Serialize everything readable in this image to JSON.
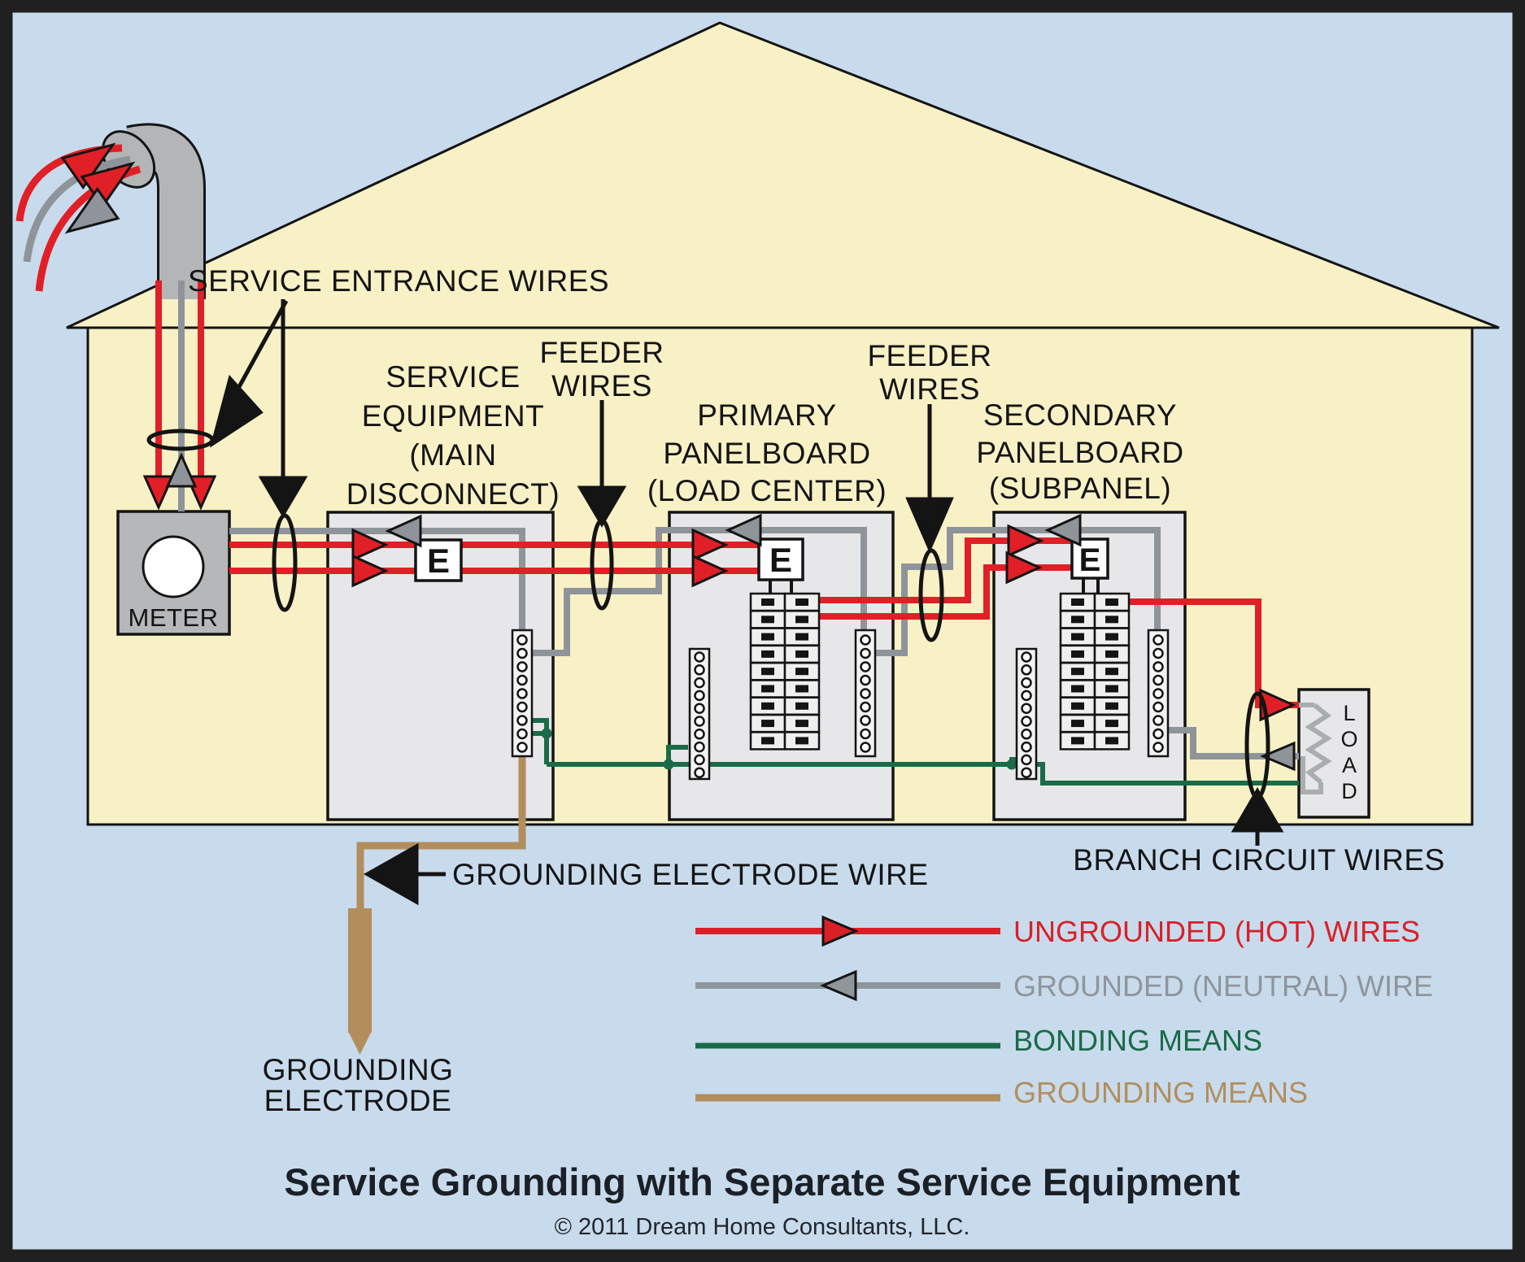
{
  "diagram": {
    "title": "Service Grounding with Separate Service Equipment",
    "copyright": "© 2011 Dream Home Consultants, LLC."
  },
  "labels": {
    "service_entrance": "SERVICE ENTRANCE WIRES",
    "feeder1": [
      "FEEDER",
      "WIRES"
    ],
    "feeder2": [
      "FEEDER",
      "WIRES"
    ],
    "service_equipment": [
      "SERVICE",
      "EQUIPMENT",
      "(MAIN",
      "DISCONNECT)"
    ],
    "primary_panel": [
      "PRIMARY",
      "PANELBOARD",
      "(LOAD CENTER)"
    ],
    "secondary_panel": [
      "SECONDARY",
      "PANELBOARD",
      "(SUBPANEL)"
    ],
    "meter": "METER",
    "load": [
      "L",
      "O",
      "A",
      "D"
    ],
    "grounding_electrode_wire": "GROUNDING ELECTRODE WIRE",
    "grounding_electrode": [
      "GROUNDING",
      "ELECTRODE"
    ],
    "branch_circuit": "BRANCH CIRCUIT WIRES"
  },
  "components": {
    "breaker_glyph": "E"
  },
  "legend": {
    "items": [
      {
        "label": "UNGROUNDED (HOT) WIRES",
        "color": "#d92027",
        "arrow": "right"
      },
      {
        "label": "GROUNDED (NEUTRAL) WIRE",
        "color": "#8e959b",
        "arrow": "left"
      },
      {
        "label": "BONDING MEANS",
        "color": "#1a6b47",
        "arrow": "none"
      },
      {
        "label": "GROUNDING MEANS",
        "color": "#b28e5d",
        "arrow": "none"
      }
    ]
  },
  "colors": {
    "hot": "#e11f26",
    "neutral": "#8e9499",
    "bonding": "#1a6b47",
    "grounding": "#b28e5d",
    "background": "#c8dbed",
    "house": "#f8f1c6",
    "panel": "#e7e7e9",
    "meter": "#b5b7b9",
    "conduit": "#b3b5b7",
    "ink": "#141414"
  }
}
